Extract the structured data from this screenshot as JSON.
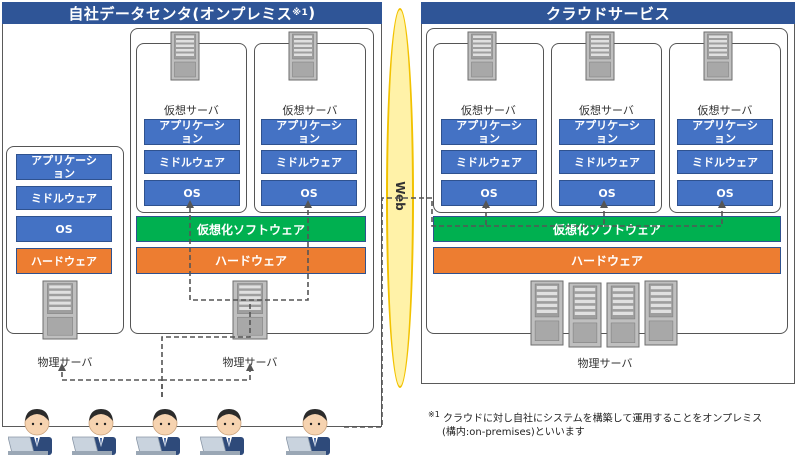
{
  "onprem": {
    "title": "自社データセンタ(オンプレミス",
    "title_sup": "※1",
    "title_close": ")"
  },
  "cloud": {
    "title": "クラウドサービス"
  },
  "web_label": "Web",
  "labels": {
    "virtual_server": "仮想サーバ",
    "physical_server": "物理サーバ",
    "application": "アプリケーション",
    "middleware": "ミドルウェア",
    "os": "OS",
    "hardware": "ハードウェア",
    "virtualization": "仮想化ソフトウェア"
  },
  "footnote": {
    "marker": "※1",
    "line1": "クラウドに対し自社にシステムを構築して運用することをオンプレミス",
    "line2": "(構内:on-premises)といいます"
  },
  "colors": {
    "header": "#2f5597",
    "layer_blue": "#4472c4",
    "virtualization_green": "#00b050",
    "hardware_orange": "#ed7d31",
    "web_ellipse": "#fff2a8"
  },
  "icons": [
    "server-tower-icon",
    "user-with-laptop-icon"
  ]
}
